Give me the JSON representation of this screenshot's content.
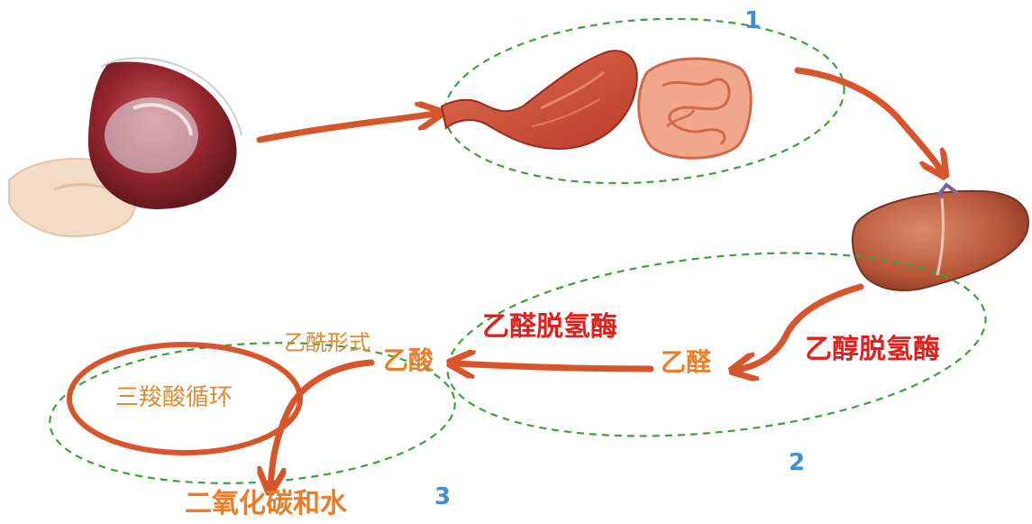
{
  "stages": {
    "one": "1",
    "two": "2",
    "three": "3"
  },
  "labels": {
    "aldehyde_dehydrogenase": "乙醛脱氢酶",
    "alcohol_dehydrogenase": "乙醇脱氢酶",
    "acetaldehyde": "乙醛",
    "acetic_acid": "乙酸",
    "acetyl_form": "乙酰形式",
    "tca_cycle": "三羧酸循环",
    "co2_water": "二氧化碳和水"
  },
  "colors": {
    "arrow": "#d8542a",
    "dashed_ellipse": "#3aa23a",
    "stage_number": "#3d8fd6",
    "enzyme_text": "#e0201c",
    "compound_text": "#e87e2a"
  }
}
